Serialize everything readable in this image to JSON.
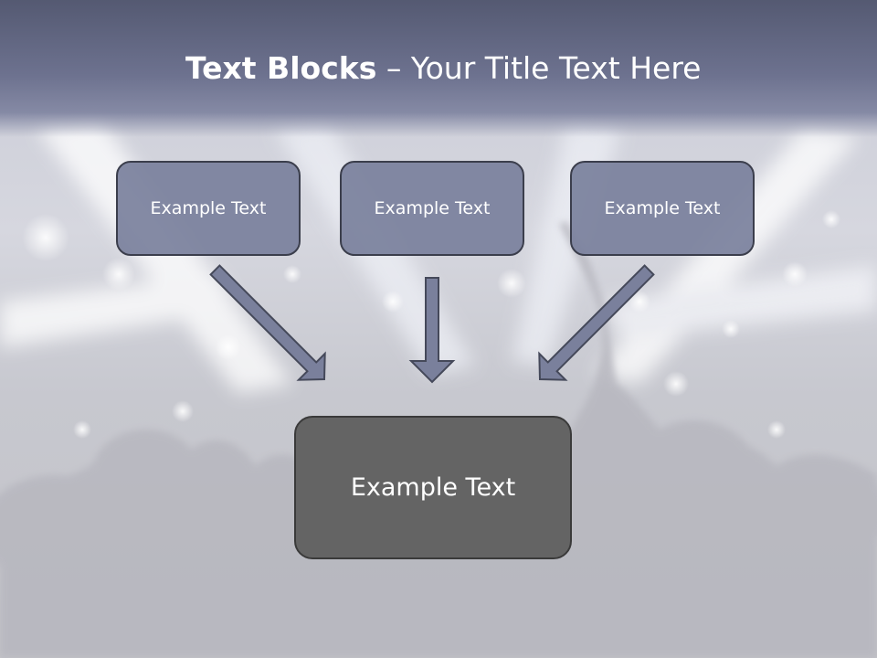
{
  "title": {
    "bold": "Text Blocks",
    "separator": " – ",
    "rest": "Your Title Text Here"
  },
  "blocks": [
    {
      "label": "Example Text"
    },
    {
      "label": "Example Text"
    },
    {
      "label": "Example Text"
    }
  ],
  "result_block": {
    "label": "Example Text"
  },
  "colors": {
    "title_band": "#5f6480",
    "block_fill": "#7a809c",
    "block_border": "#3b3e4c",
    "result_fill": "#646464",
    "arrow_fill": "#7a809c"
  }
}
